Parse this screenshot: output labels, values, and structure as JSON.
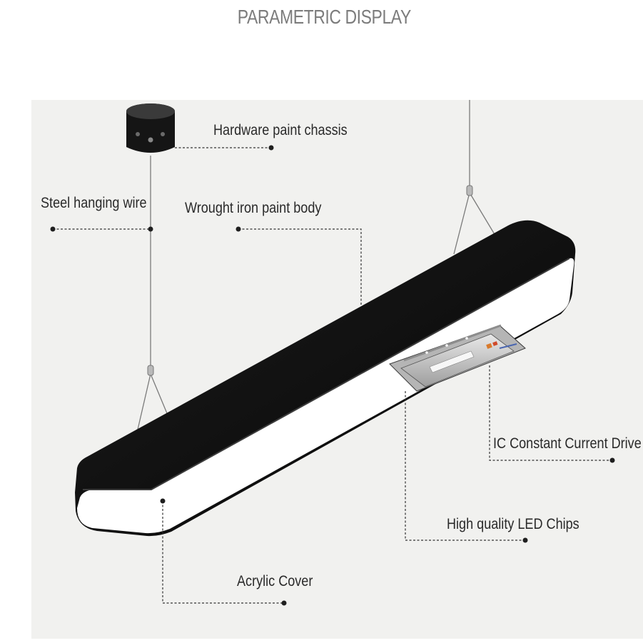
{
  "title": "PARAMETRIC DISPLAY",
  "callouts": [
    {
      "id": "chassis",
      "text": "Hardware paint chassis"
    },
    {
      "id": "wire",
      "text": "Steel hanging wire"
    },
    {
      "id": "body",
      "text": "Wrought iron paint body"
    },
    {
      "id": "driver",
      "text": "IC Constant Current Drive"
    },
    {
      "id": "chips",
      "text": "High quality LED Chips"
    },
    {
      "id": "cover",
      "text": "Acrylic Cover"
    }
  ],
  "colors": {
    "panel": "#f1f1ef",
    "body": "#0f0f0f",
    "diffuser": "#ffffff",
    "leader": "#333333",
    "title": "#7c7c7c"
  }
}
